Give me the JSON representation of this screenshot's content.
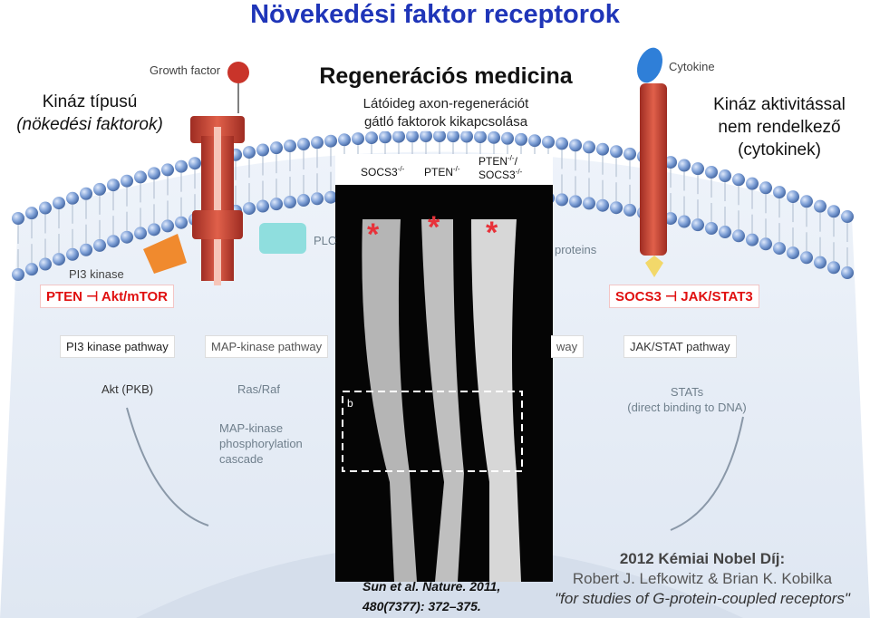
{
  "title": "Növekedési faktor receptorok",
  "left_label": {
    "line1": "Kináz típusú",
    "line2": "(nökedési faktorok)"
  },
  "right_label": {
    "line1": "Kináz aktivitással",
    "line2": "nem rendelkező",
    "line3": "(cytokinek)"
  },
  "regen": {
    "title": "Regenerációs medicina",
    "sub1": "Látóideg axon-regenerációt",
    "sub2": "gátló faktorok kikapcsolása"
  },
  "figure_labels": {
    "growth_factor": "Growth factor",
    "cytokine": "Cytokine",
    "pi3_kinase": "PI3 kinase",
    "plc": "PLC",
    "proteins": "proteins",
    "pi3_pathway": "PI3 kinase pathway",
    "map_pathway": "MAP-kinase pathway",
    "way": "way",
    "jak_pathway": "JAK/STAT pathway",
    "akt": "Akt (PKB)",
    "rasraf": "Ras/Raf",
    "mapk1": "MAP-kinase",
    "mapk2": "phosphorylation",
    "mapk3": "cascade",
    "stats1": "STATs",
    "stats2": "(direct binding to DNA)"
  },
  "pathway_left": {
    "a": "PTEN",
    "b": "Akt/mTOR"
  },
  "pathway_right": {
    "a": "SOCS3",
    "b": "JAK/STAT3"
  },
  "micrograph": {
    "label1": "SOCS3",
    "label1_sup": "-/-",
    "label2": "PTEN",
    "label2_sup": "-/-",
    "label3a": "PTEN",
    "label3a_sup": "-/-",
    "label3b": "SOCS3",
    "label3b_sup": "-/-",
    "star": "*",
    "box_label": "b"
  },
  "citation": {
    "line1": "Sun et al. Nature. 2011,",
    "line2": "480(7377): 372–375."
  },
  "nobel": {
    "title": "2012 Kémiai Nobel Díj:",
    "names": "Robert J. Lefkowitz & Brian K. Kobilka",
    "quote": "\"for studies of G-protein-coupled receptors\""
  },
  "colors": {
    "title": "#1f35b8",
    "pathway_red": "#e01010",
    "receptor_red": "#c9402f",
    "membrane_blue": "#7d9fd6"
  }
}
